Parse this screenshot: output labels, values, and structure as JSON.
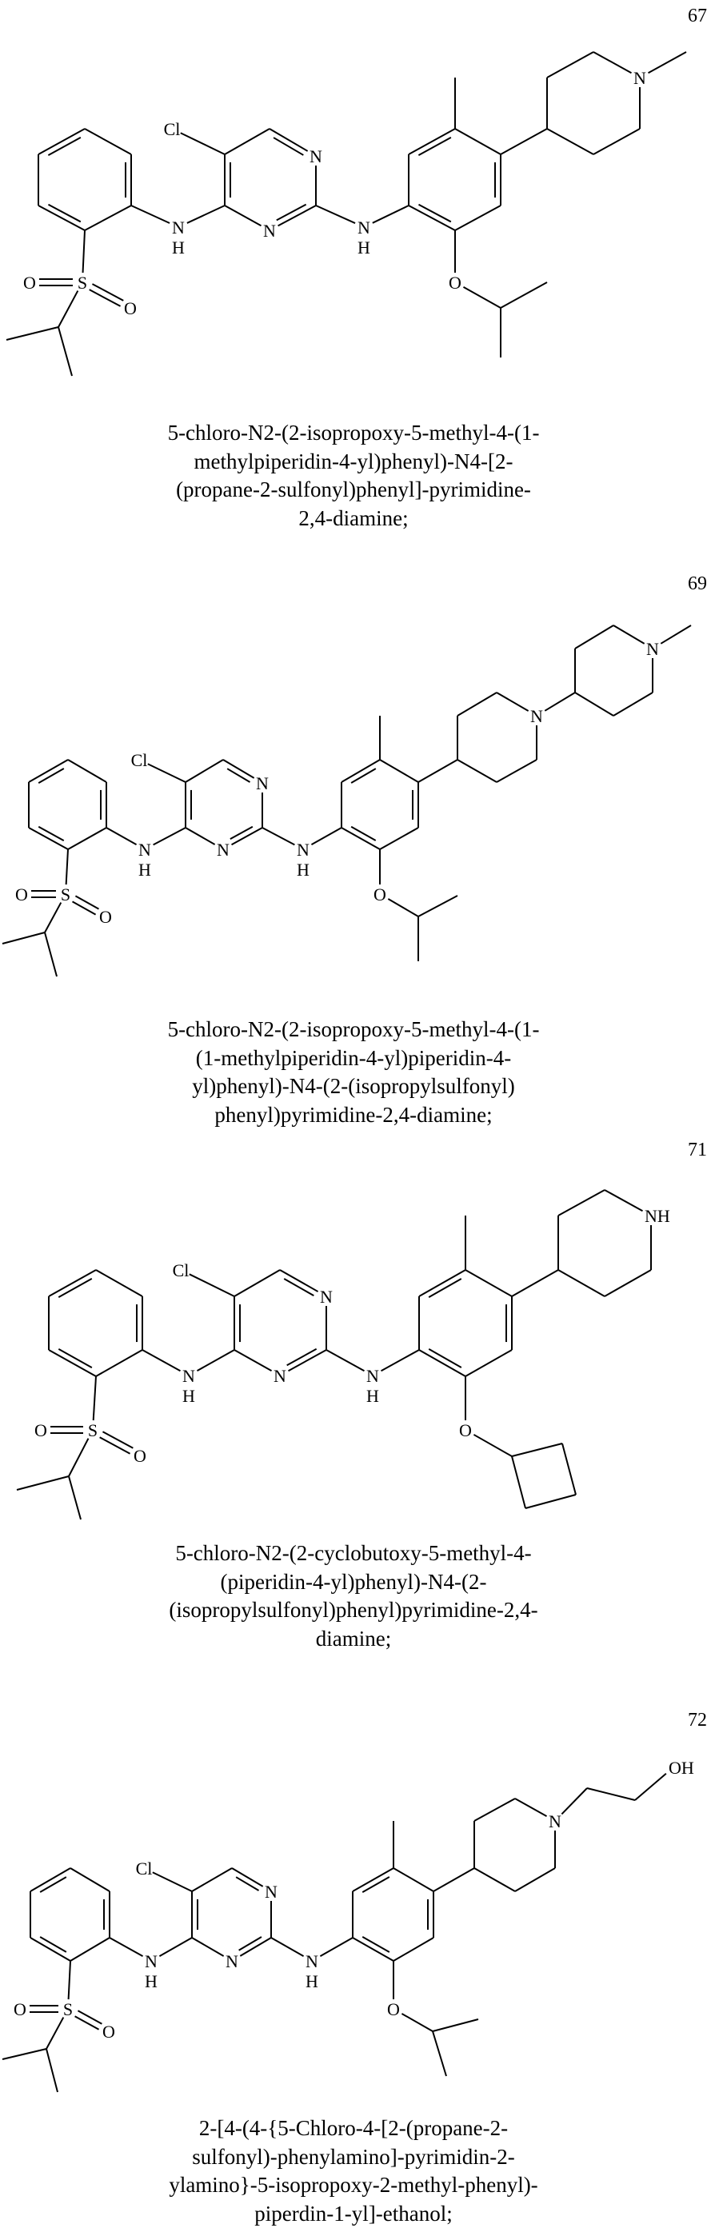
{
  "labels": {
    "Cl": "Cl",
    "N": "N",
    "H": "H",
    "O": "O",
    "S": "S",
    "NH": "NH",
    "OH": "OH"
  },
  "compounds": [
    {
      "number": "67",
      "name_lines": [
        "5-chloro-N2-(2-isopropoxy-5-methyl-4-(1-",
        "methylpiperidin-4-yl)phenyl)-N4-[2-",
        "(propane-2-sulfonyl)phenyl]-pyrimidine-",
        "2,4-diamine;"
      ]
    },
    {
      "number": "69",
      "name_lines": [
        "5-chloro-N2-(2-isopropoxy-5-methyl-4-(1-",
        "(1-methylpiperidin-4-yl)piperidin-4-",
        "yl)phenyl)-N4-(2-(isopropylsulfonyl)",
        "phenyl)pyrimidine-2,4-diamine;"
      ]
    },
    {
      "number": "71",
      "name_lines": [
        "5-chloro-N2-(2-cyclobutoxy-5-methyl-4-",
        "(piperidin-4-yl)phenyl)-N4-(2-",
        "(isopropylsulfonyl)phenyl)pyrimidine-2,4-",
        "diamine;"
      ]
    },
    {
      "number": "72",
      "name_lines": [
        "2-[4-(4-{5-Chloro-4-[2-(propane-2-",
        "sulfonyl)-phenylamino]-pyrimidin-2-",
        "ylamino}-5-isopropoxy-2-methyl-phenyl)-",
        "piperdin-1-yl]-ethanol;"
      ]
    }
  ]
}
